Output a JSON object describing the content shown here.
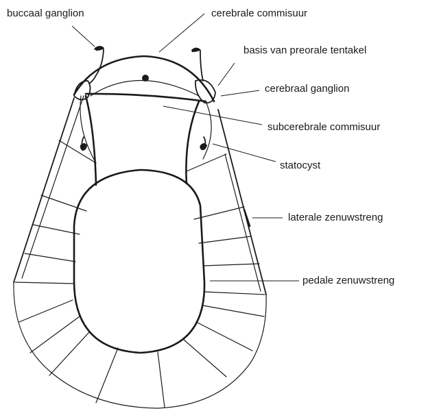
{
  "diagram": {
    "labels": {
      "buccal_ganglion": "buccaal ganglion",
      "cerebral_commissure": "cerebrale commisuur",
      "preoral_tentacle_base": "basis van preorale tentakel",
      "cerebral_ganglion": "cerebraal ganglion",
      "subcerebral_commissure": "subcerebrale commisuur",
      "statocyst": "statocyst",
      "lateral_nerve_cord": "laterale zenuwstreng",
      "pedal_nerve_cord": "pedale zenuwstreng"
    }
  }
}
